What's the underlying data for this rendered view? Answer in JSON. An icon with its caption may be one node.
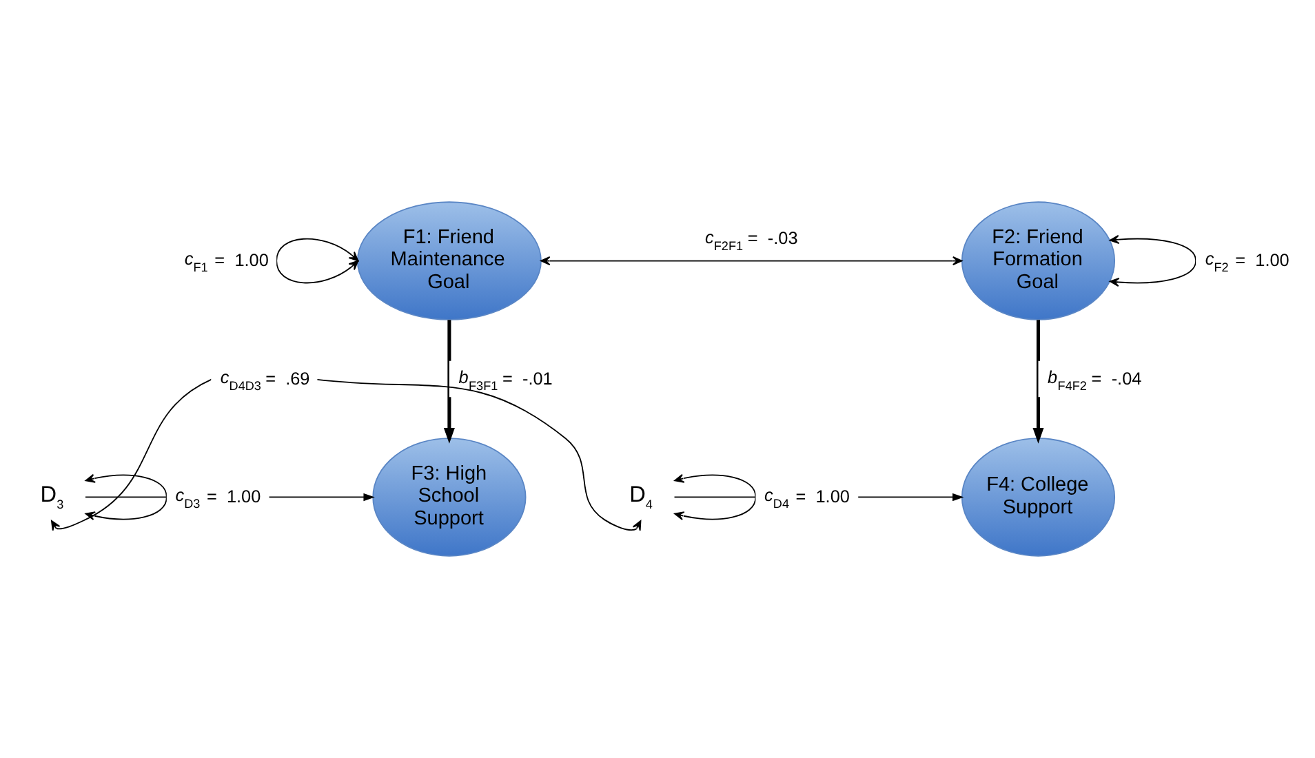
{
  "diagram": {
    "nodes": [
      {
        "text": [
          "F1: Friend Maintenance Goal"
        ]
      },
      {
        "text": [
          "F2: Friend Formation Goal"
        ]
      },
      {
        "text": [
          "F3: High School Support"
        ]
      },
      {
        "text": [
          "F4: College Support"
        ]
      },
      {
        "text": [
          "D$_{3}$"
        ]
      },
      {
        "text": [
          "D$_{4}$"
        ]
      }
    ],
    "edges": [
      {
        "from": 0,
        "to": 1,
        "arrow": "both",
        "label": "*c*$_{F2F1}$ = -.03"
      },
      {
        "from": 0,
        "to": 0,
        "arrow": "both",
        "label": "*c*$_{F1}$ = 1.00"
      },
      {
        "from": 1,
        "to": 1,
        "arrow": "both",
        "label": "*c*$_{F2}$ = 1.00"
      },
      {
        "from": 0,
        "to": 2,
        "arrow": "to",
        "style": "thick",
        "label": "*b*$_{F3F1}$ = -.01"
      },
      {
        "from": 1,
        "to": 3,
        "arrow": "to",
        "style": "thick",
        "label": "*b*$_{F4F2}$ = -.04"
      },
      {
        "from": 4,
        "to": 4,
        "arrow": "both",
        "label": "*c*$_{D3}$ = 1.00"
      },
      {
        "from": 4,
        "to": 2,
        "arrow": "to"
      },
      {
        "from": 5,
        "to": 3,
        "arrow": "to"
      },
      {
        "from": 5,
        "to": 5,
        "arrow": "both",
        "label": "*c*$_{D4}$ = 1.00"
      },
      {
        "from": 4,
        "to": 5,
        "arrow": "both",
        "label": "*c*$_{D4D3}$ = .69"
      }
    ]
  }
}
